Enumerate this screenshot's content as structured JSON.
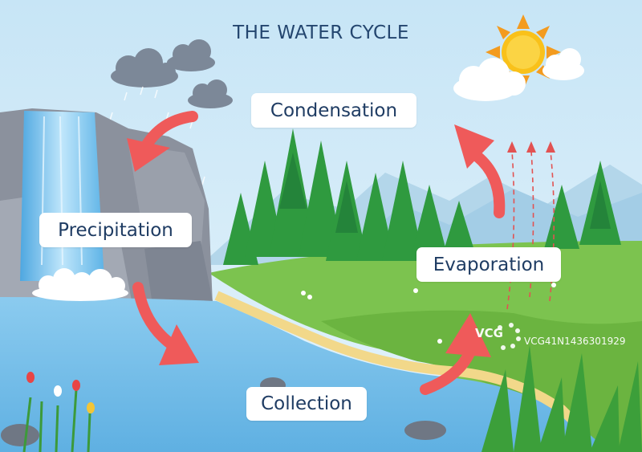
{
  "title": "THE WATER CYCLE",
  "stages": {
    "condensation": "Condensation",
    "precipitation": "Precipitation",
    "evaporation": "Evaporation",
    "collection": "Collection"
  },
  "watermark": {
    "logo": "VCG",
    "id": "VCG41N1436301929"
  },
  "colors": {
    "sky": "#cfe8f5",
    "water": "#6ab6e4",
    "grass": "#7cc34f",
    "arrow": "#ef5a5a",
    "title": "#24466f",
    "sun": "#f9c11a"
  },
  "icons": [
    "sun-icon",
    "cloud-icon",
    "rain-cloud-icon",
    "waterfall",
    "pine-tree",
    "flower",
    "rock"
  ]
}
